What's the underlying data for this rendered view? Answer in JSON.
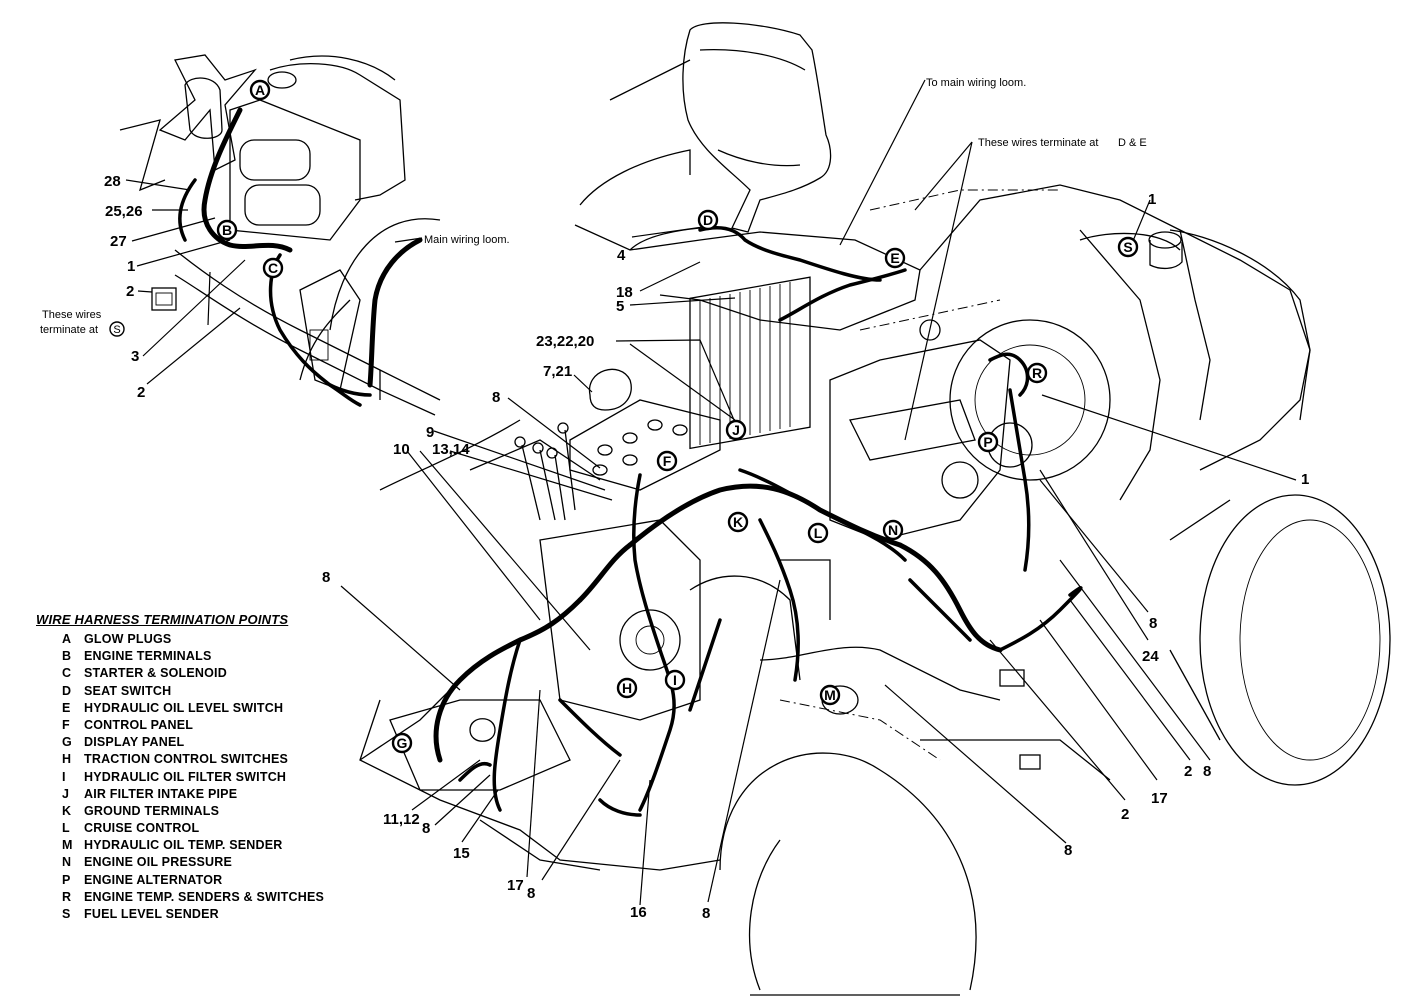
{
  "legend": {
    "title": "WIRE HARNESS TERMINATION POINTS",
    "items": [
      {
        "key": "A",
        "text": "GLOW PLUGS"
      },
      {
        "key": "B",
        "text": "ENGINE TERMINALS"
      },
      {
        "key": "C",
        "text": "STARTER & SOLENOID"
      },
      {
        "key": "D",
        "text": "SEAT SWITCH"
      },
      {
        "key": "E",
        "text": "HYDRAULIC OIL LEVEL SWITCH"
      },
      {
        "key": "F",
        "text": "CONTROL PANEL"
      },
      {
        "key": "G",
        "text": "DISPLAY PANEL"
      },
      {
        "key": "H",
        "text": "TRACTION CONTROL SWITCHES"
      },
      {
        "key": "I",
        "text": "HYDRAULIC OIL FILTER SWITCH"
      },
      {
        "key": "J",
        "text": "AIR FILTER INTAKE PIPE"
      },
      {
        "key": "K",
        "text": "GROUND TERMINALS"
      },
      {
        "key": "L",
        "text": "CRUISE CONTROL"
      },
      {
        "key": "M",
        "text": "HYDRAULIC OIL TEMP. SENDER"
      },
      {
        "key": "N",
        "text": "ENGINE OIL PRESSURE"
      },
      {
        "key": "P",
        "text": "ENGINE ALTERNATOR"
      },
      {
        "key": "R",
        "text": "ENGINE TEMP. SENDERS & SWITCHES"
      },
      {
        "key": "S",
        "text": "FUEL LEVEL SENDER"
      }
    ]
  },
  "notes": {
    "main_loom_top": "To main wiring loom.",
    "terminate_de": "These wires terminate at",
    "terminate_de_keys": "D & E",
    "main_loom_inset": "Main wiring loom.",
    "terminate_s_line1": "These wires",
    "terminate_s_line2": "terminate at",
    "terminate_s_key": "S"
  },
  "callouts": {
    "c28": "28",
    "c25_26": "25,26",
    "c27": "27",
    "c1_inset": "1",
    "c2_inset_a": "2",
    "c3": "3",
    "c2_inset_b": "2",
    "c4": "4",
    "c18": "18",
    "c5": "5",
    "c23_22_20": "23,22,20",
    "c7_21": "7,21",
    "c8_top": "8",
    "c9": "9",
    "c13_14": "13,14",
    "c10": "10",
    "c1_right_top": "1",
    "c1_right": "1",
    "c8_left": "8",
    "c8_right": "8",
    "c24": "24",
    "c2_right": "2",
    "c8_right2": "8",
    "c17_right": "17",
    "c2_bottom": "2",
    "c8_bottom_mid": "8",
    "c11_12": "11,12",
    "c8_lower_left": "8",
    "c15": "15",
    "c17_bottom": "17",
    "c8_bottom_a": "8",
    "c16": "16",
    "c8_bottom_b": "8"
  },
  "badges": {
    "A": "A",
    "B": "B",
    "C": "C",
    "D": "D",
    "E": "E",
    "F": "F",
    "G": "G",
    "H": "H",
    "I": "I",
    "J": "J",
    "K": "K",
    "L": "L",
    "M": "M",
    "N": "N",
    "P": "P",
    "R": "R",
    "S": "S"
  }
}
